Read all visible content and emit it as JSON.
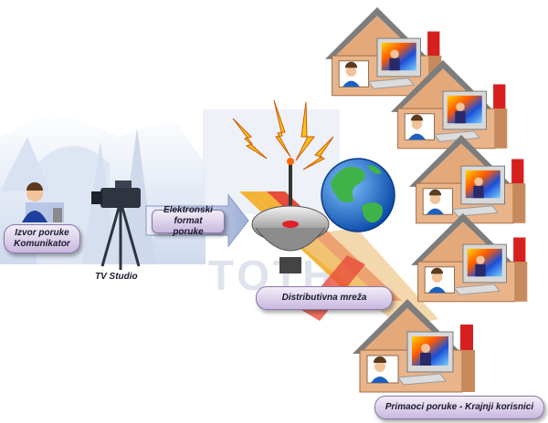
{
  "labels": {
    "source": "Izvor poruke\nKomunikator",
    "studio": "TV Studio",
    "format": "Elektronski format\nporuke",
    "network": "Distributivna mreža",
    "receivers": "Primaoci poruke - Krajnji korisnici"
  },
  "watermark": "TOTHE",
  "colors": {
    "pill_fill": "#d8cce8",
    "house_wall": "#e9b48a",
    "roof": "#8c8c8c",
    "chimney": "#d62020",
    "globe_sea": "#1f6fd1",
    "globe_land": "#3fb34a"
  }
}
